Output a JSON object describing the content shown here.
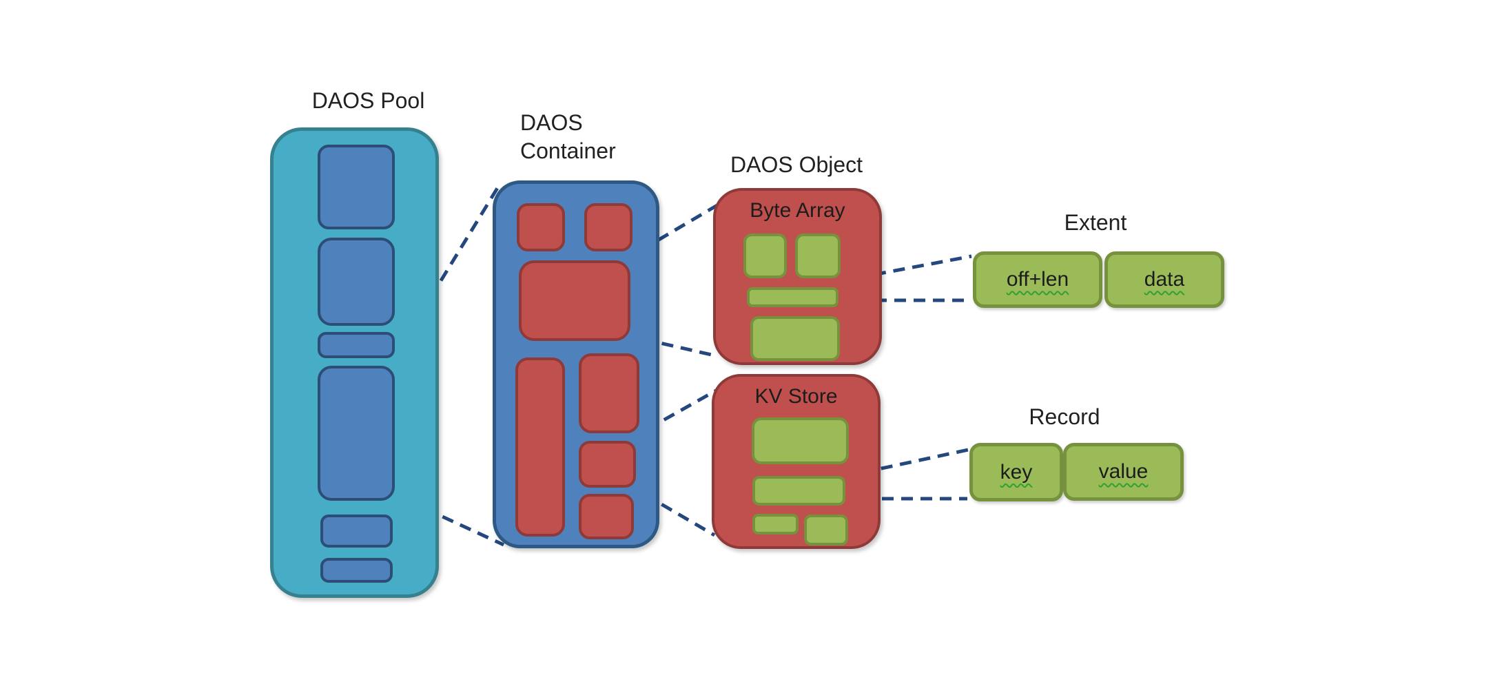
{
  "labels": {
    "pool": "DAOS Pool",
    "container": "DAOS Container",
    "object": "DAOS Object",
    "byte_array": "Byte Array",
    "kv_store": "KV Store",
    "extent": "Extent",
    "record": "Record",
    "off_len": "off+len",
    "data": "data",
    "key": "key",
    "value": "value"
  },
  "colors": {
    "background": "#FFFFFF",
    "pool_fill": "#47ACC5",
    "pool_border": "#35818F",
    "blue_fill": "#4F81BD",
    "blue_border": "#2E5984",
    "inner_blue_border": "#2C4D75",
    "red_fill": "#C0504D",
    "red_border": "#8E3A38",
    "green_fill": "#9BBB59",
    "green_border": "#76923C",
    "connector": "#24477E",
    "label_text": "#212121",
    "squiggle_underline": "#2FA12F"
  }
}
